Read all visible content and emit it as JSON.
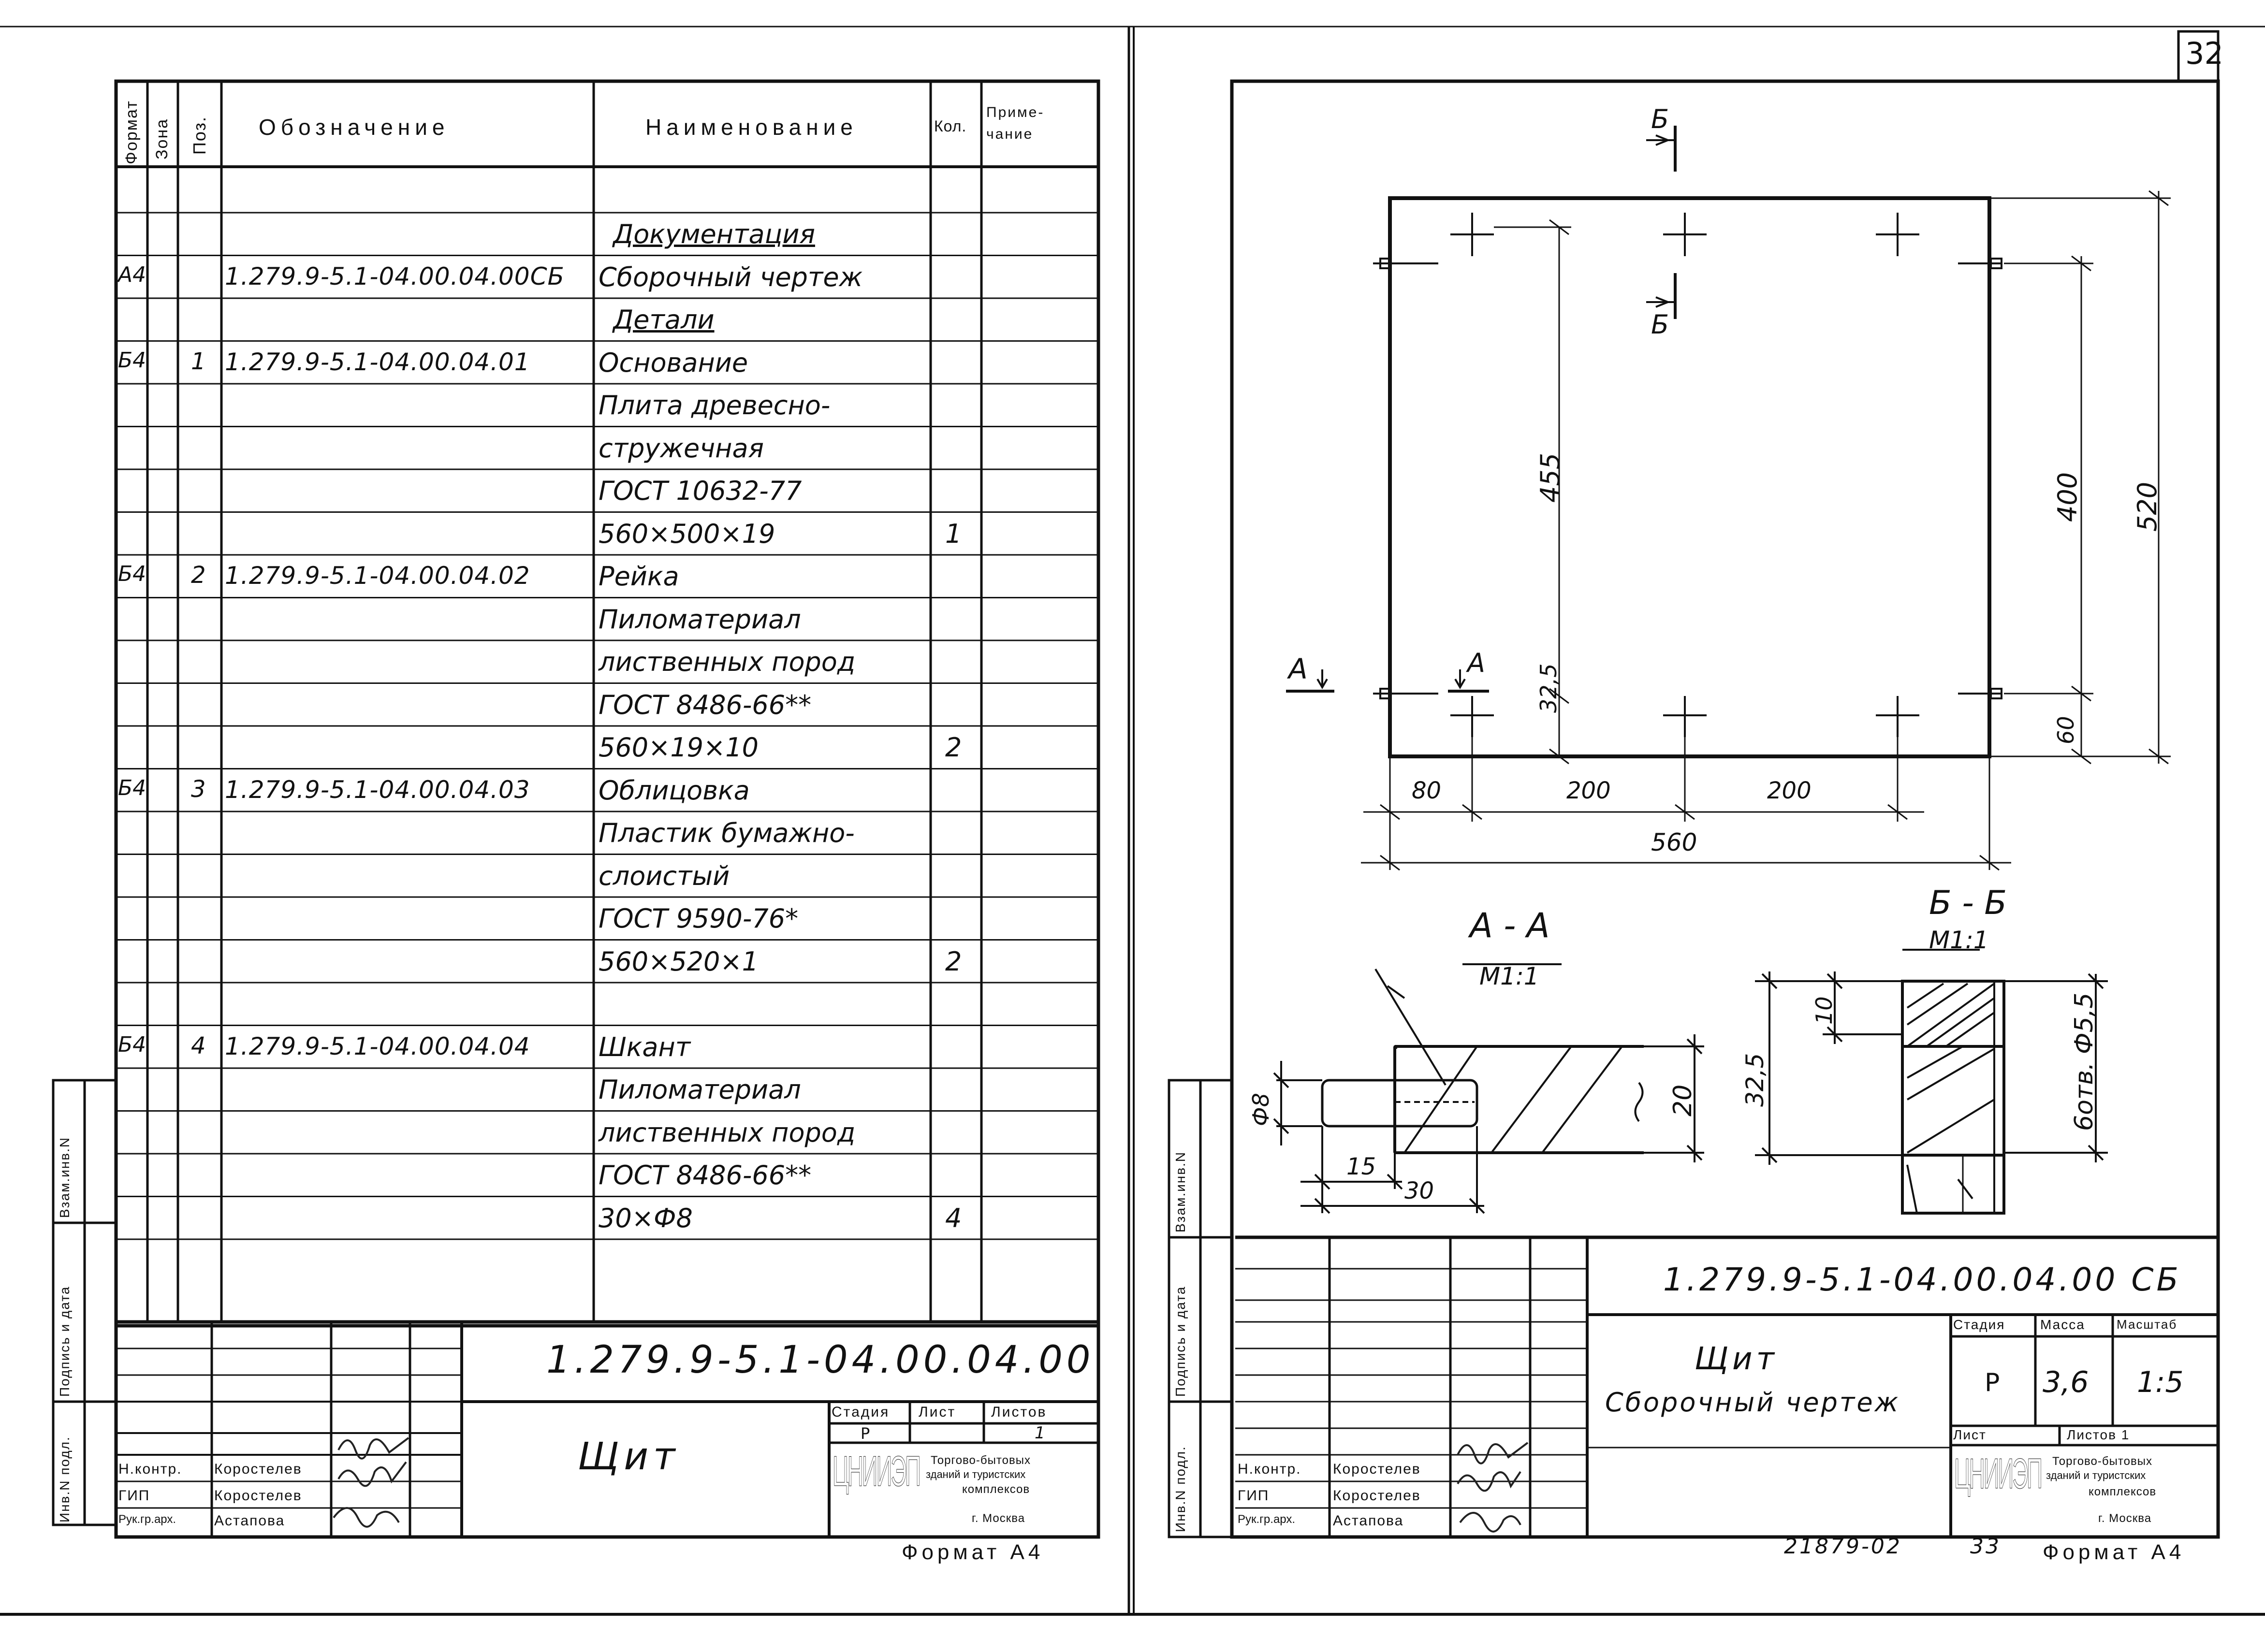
{
  "left_sheet": {
    "headers": {
      "format": "Формат",
      "zone": "Зона",
      "pos": "Поз.",
      "designation": "Обозначение",
      "name": "Наименование",
      "qty": "Кол.",
      "note": "Приме-\nчание"
    },
    "rows": [
      {
        "format": "",
        "pos": "",
        "designation": "",
        "name": "Документация",
        "qty": "",
        "underline": true
      },
      {
        "format": "А4",
        "pos": "",
        "designation": "1.279.9-5.1-04.00.04.00СБ",
        "name": "Сборочный чертеж",
        "qty": ""
      },
      {
        "format": "",
        "pos": "",
        "designation": "",
        "name": "Детали",
        "qty": "",
        "underline": true
      },
      {
        "format": "Б4",
        "pos": "1",
        "designation": "1.279.9-5.1-04.00.04.01",
        "name": "Основание",
        "qty": ""
      },
      {
        "format": "",
        "pos": "",
        "designation": "",
        "name": "Плита древесно-",
        "qty": ""
      },
      {
        "format": "",
        "pos": "",
        "designation": "",
        "name": "стружечная",
        "qty": ""
      },
      {
        "format": "",
        "pos": "",
        "designation": "",
        "name": "ГОСТ 10632-77",
        "qty": ""
      },
      {
        "format": "",
        "pos": "",
        "designation": "",
        "name": "560×500×19",
        "qty": "1"
      },
      {
        "format": "Б4",
        "pos": "2",
        "designation": "1.279.9-5.1-04.00.04.02",
        "name": "Рейка",
        "qty": ""
      },
      {
        "format": "",
        "pos": "",
        "designation": "",
        "name": "Пиломатериал",
        "qty": ""
      },
      {
        "format": "",
        "pos": "",
        "designation": "",
        "name": "лиственных пород",
        "qty": ""
      },
      {
        "format": "",
        "pos": "",
        "designation": "",
        "name": "ГОСТ 8486-66**",
        "qty": ""
      },
      {
        "format": "",
        "pos": "",
        "designation": "",
        "name": "560×19×10",
        "qty": "2"
      },
      {
        "format": "Б4",
        "pos": "3",
        "designation": "1.279.9-5.1-04.00.04.03",
        "name": "Облицовка",
        "qty": ""
      },
      {
        "format": "",
        "pos": "",
        "designation": "",
        "name": "Пластик бумажно-",
        "qty": ""
      },
      {
        "format": "",
        "pos": "",
        "designation": "",
        "name": "слоистый",
        "qty": ""
      },
      {
        "format": "",
        "pos": "",
        "designation": "",
        "name": "ГОСТ 9590-76*",
        "qty": ""
      },
      {
        "format": "",
        "pos": "",
        "designation": "",
        "name": "560×520×1",
        "qty": "2"
      },
      {
        "format": "",
        "pos": "",
        "designation": "",
        "name": "",
        "qty": ""
      },
      {
        "format": "Б4",
        "pos": "4",
        "designation": "1.279.9-5.1-04.00.04.04",
        "name": "Шкант",
        "qty": ""
      },
      {
        "format": "",
        "pos": "",
        "designation": "",
        "name": "Пиломатериал",
        "qty": ""
      },
      {
        "format": "",
        "pos": "",
        "designation": "",
        "name": "лиственных пород",
        "qty": ""
      },
      {
        "format": "",
        "pos": "",
        "designation": "",
        "name": "ГОСТ 8486-66**",
        "qty": ""
      },
      {
        "format": "",
        "pos": "",
        "designation": "",
        "name": "30×Ф8",
        "qty": "4"
      }
    ],
    "side_labels": {
      "inv_sub": "Взам.инв.N",
      "sign_date": "Подпись и дата",
      "inv_orig": "Инв.N подл."
    },
    "title_block": {
      "code": "1.279.9-5.1-04.00.04.00",
      "title": "Щит",
      "stage_h": "Стадия",
      "sheet_h": "Лист",
      "sheets_h": "Листов",
      "stage": "Р",
      "sheets": "1",
      "roles": [
        "Н.контр.",
        "ГИП",
        "Рук.гр.арх."
      ],
      "names": [
        "Коростелев",
        "Коростелев",
        "Астапова"
      ],
      "org_logo": "ЦНИИЭП",
      "org_text": [
        "Торгово-бытовых",
        "зданий и туристских",
        "комплексов",
        "г. Москва"
      ]
    },
    "format": "Формат А4"
  },
  "right_sheet": {
    "page_number": "32",
    "dims": {
      "d455": "455",
      "d400": "400",
      "d520": "520",
      "d32_5": "32,5",
      "d60": "60",
      "d80": "80",
      "d200a": "200",
      "d200b": "200",
      "d560": "560"
    },
    "section_marks": {
      "b_top": "Б",
      "b_mid": "Б",
      "a_left": "А",
      "a_mid": "А"
    },
    "section_aa": {
      "title": "А - А",
      "scale": "М1:1",
      "d8": "Ф8",
      "d15": "15",
      "d30": "30",
      "d20": "20"
    },
    "section_bb": {
      "title": "Б - Б",
      "scale": "М1:1",
      "d10": "10",
      "d32_5": "32,5",
      "holes": "6отв. Ф5,5"
    },
    "side_labels": {
      "inv_sub": "Взам.инв.N",
      "sign_date": "Подпись и дата",
      "inv_orig": "Инв.N подл."
    },
    "title_block": {
      "code": "1.279.9-5.1-04.00.04.00 СБ",
      "title1": "Щит",
      "title2": "Сборочный чертеж",
      "stage_h": "Стадия",
      "mass_h": "Масса",
      "scale_h": "Масштаб",
      "stage": "Р",
      "mass": "3,6",
      "scale": "1:5",
      "sheet_h": "Лист",
      "sheets_h": "Листов 1",
      "roles": [
        "Н.контр.",
        "ГИП",
        "Рук.гр.арх."
      ],
      "names": [
        "Коростелев",
        "Коростелев",
        "Астапова"
      ],
      "org_logo": "ЦНИИЭП",
      "org_text": [
        "Торгово-бытовых",
        "зданий и туристских",
        "комплексов",
        "г. Москва"
      ]
    },
    "footer_code": "21879-02",
    "footer_page": "33",
    "format": "Формат А4"
  }
}
